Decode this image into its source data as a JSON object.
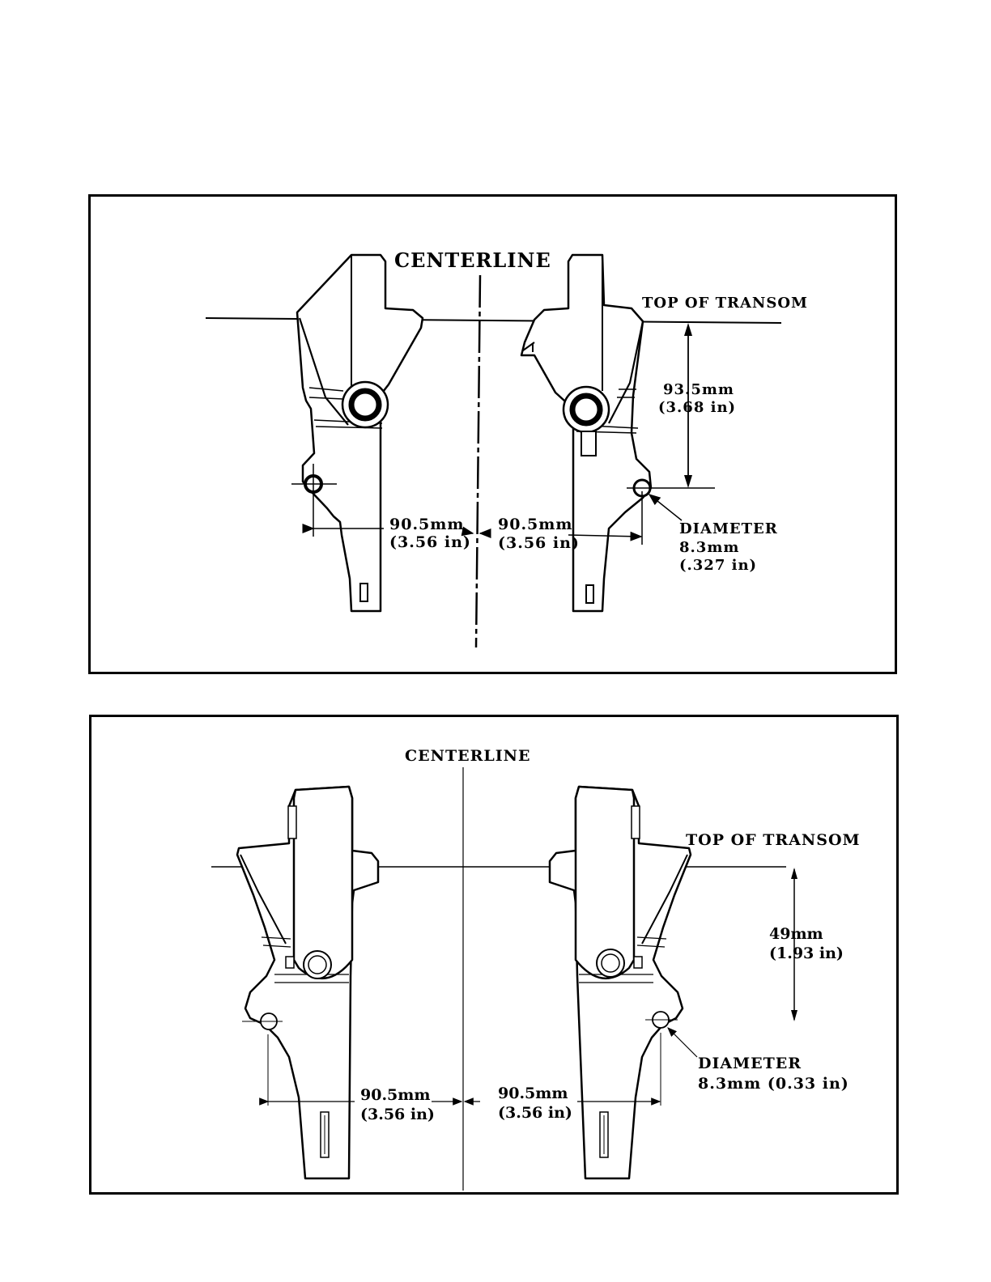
{
  "diagram_top": {
    "centerline_label": "CENTERLINE",
    "transom_label": "TOP OF TRANSOM",
    "vertical_dim": {
      "mm": "93.5mm",
      "in": "(3.68 in)"
    },
    "left_dim": {
      "mm": "90.5mm",
      "in": "(3.56 in)"
    },
    "right_dim": {
      "mm": "90.5mm",
      "in": "(3.56 in)"
    },
    "hole": {
      "label": "DIAMETER",
      "mm": "8.3mm",
      "in": "(.327 in)"
    }
  },
  "diagram_bottom": {
    "centerline_label": "CENTERLINE",
    "transom_label": "TOP OF TRANSOM",
    "vertical_dim": {
      "mm": "49mm",
      "in": "(1.93 in)"
    },
    "left_dim": {
      "mm": "90.5mm",
      "in": "(3.56 in)"
    },
    "right_dim": {
      "mm": "90.5mm",
      "in": "(3.56 in)"
    },
    "hole": {
      "label": "DIAMETER",
      "mm": "8.3mm (0.33 in)"
    }
  }
}
